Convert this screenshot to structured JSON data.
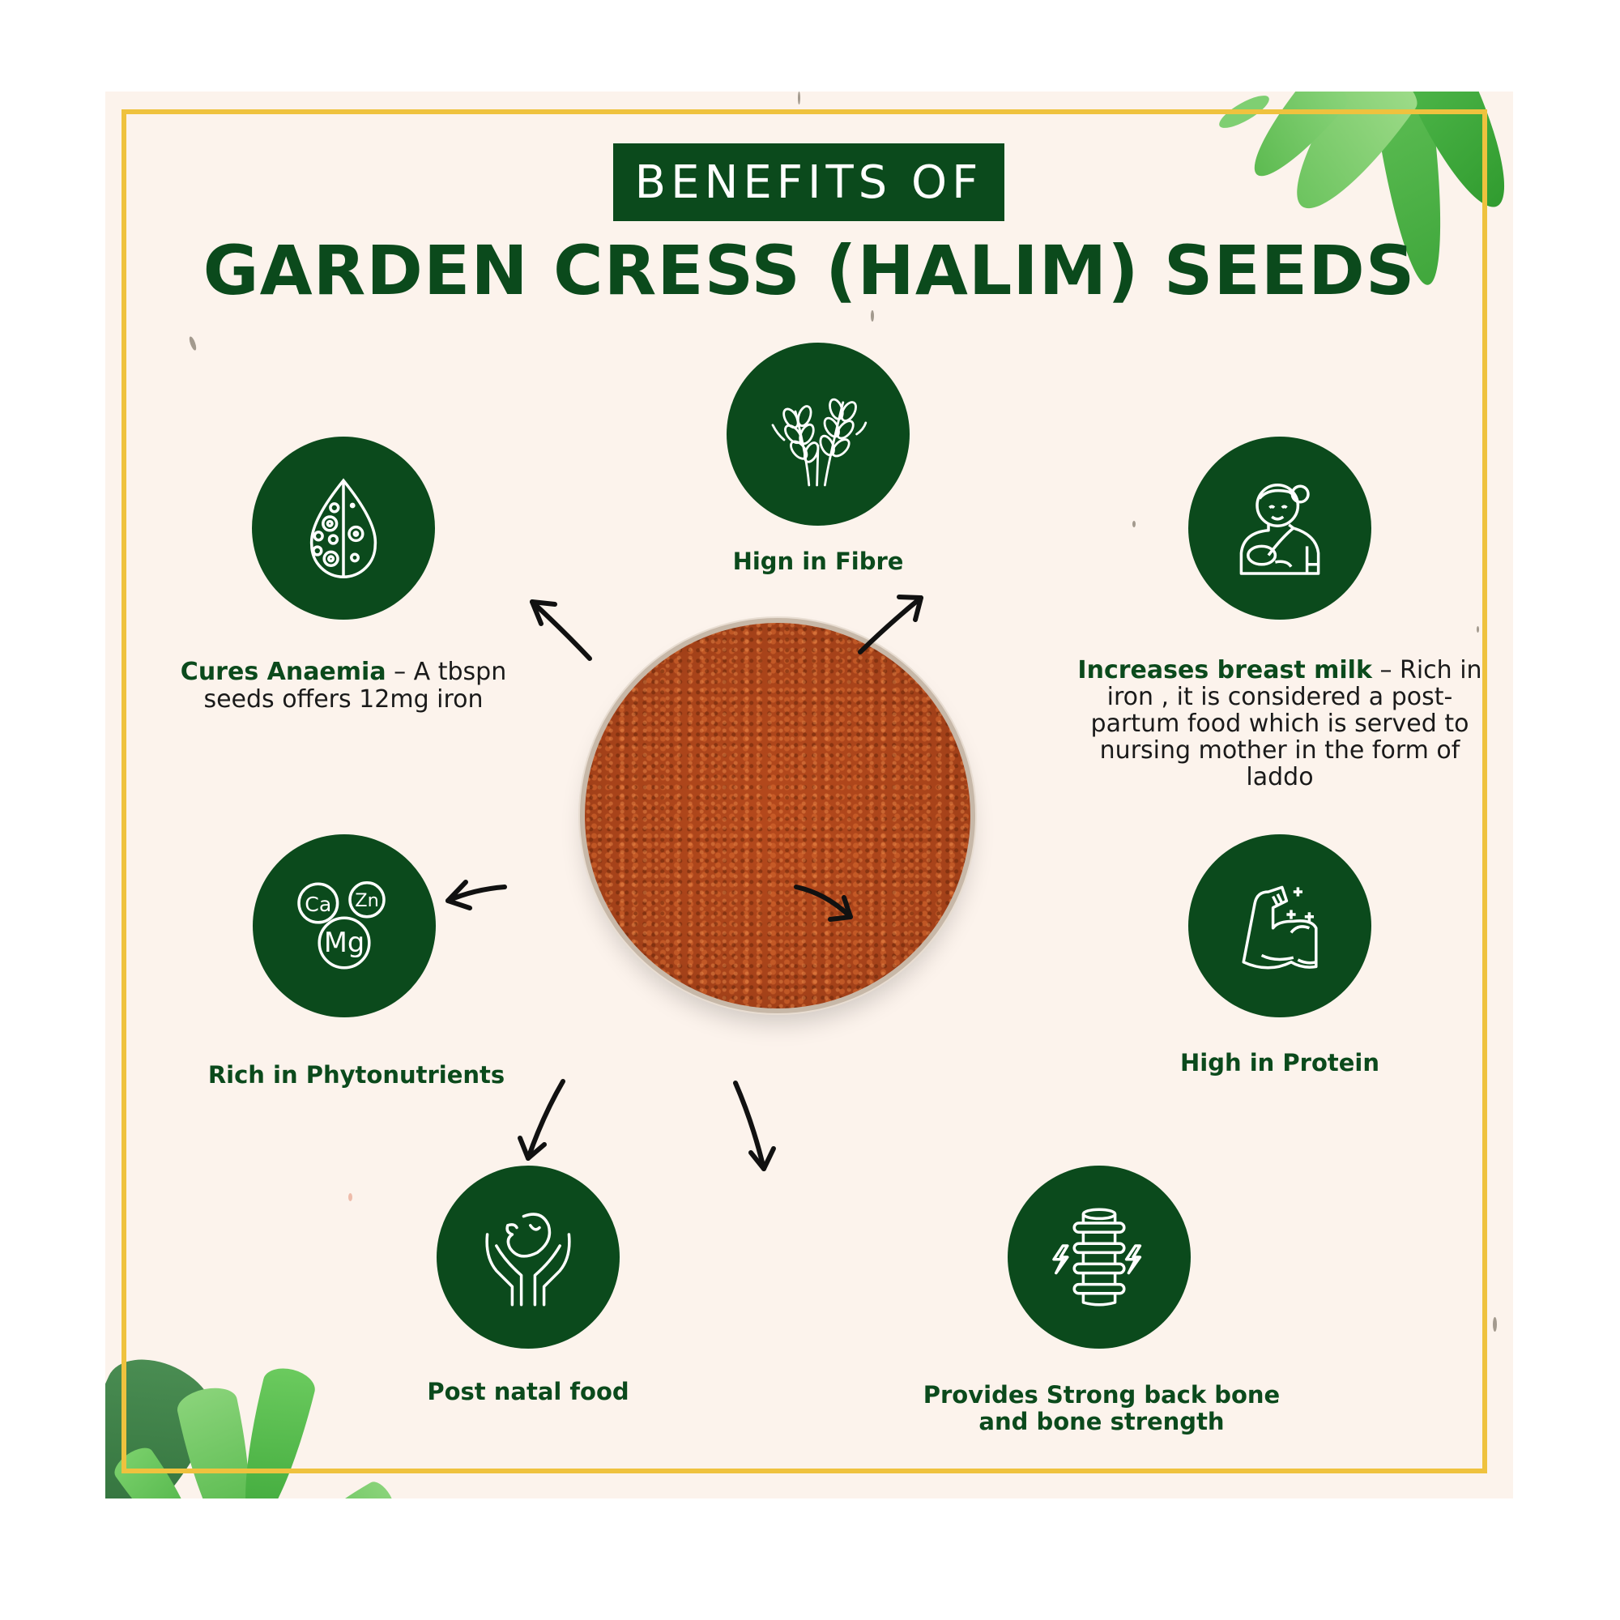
{
  "header": {
    "kicker": "BENEFITS OF",
    "title": "GARDEN CRESS (HALIM) SEEDS"
  },
  "center_image": {
    "name": "garden-cress-seeds-bowl",
    "description": "Bowl of red-brown garden cress seeds"
  },
  "benefits": [
    {
      "id": "fibre",
      "icon": "wheat-icon",
      "title": "Hign in Fibre",
      "detail": ""
    },
    {
      "id": "anaemia",
      "icon": "blood-drop-icon",
      "title": "Cures Anaemia",
      "detail": " – A tbspn seeds offers 12mg iron"
    },
    {
      "id": "breast-milk",
      "icon": "nursing-mother-icon",
      "title": "Increases breast milk",
      "detail": " – Rich in iron , it is considered a post-partum food which is served to nursing mother in the form of laddo"
    },
    {
      "id": "phytonutrients",
      "icon": "minerals-ca-zn-mg-icon",
      "title": "Rich in Phytonutrients",
      "detail": ""
    },
    {
      "id": "protein",
      "icon": "flexed-bicep-icon",
      "title": "High in Protein",
      "detail": ""
    },
    {
      "id": "post-natal",
      "icon": "baby-in-hands-icon",
      "title": "Post natal food",
      "detail": ""
    },
    {
      "id": "bone",
      "icon": "spine-icon",
      "title": "Provides Strong back bone and bone strength",
      "detail": ""
    }
  ],
  "minerals": {
    "ca": "Ca",
    "zn": "Zn",
    "mg": "Mg"
  },
  "colors": {
    "brand_green": "#0b4a1c",
    "border_yellow": "#efc23e",
    "panel_bg": "#fcf3ec",
    "body_text": "#1a1a1a",
    "seed_orange": "#a8431a"
  }
}
